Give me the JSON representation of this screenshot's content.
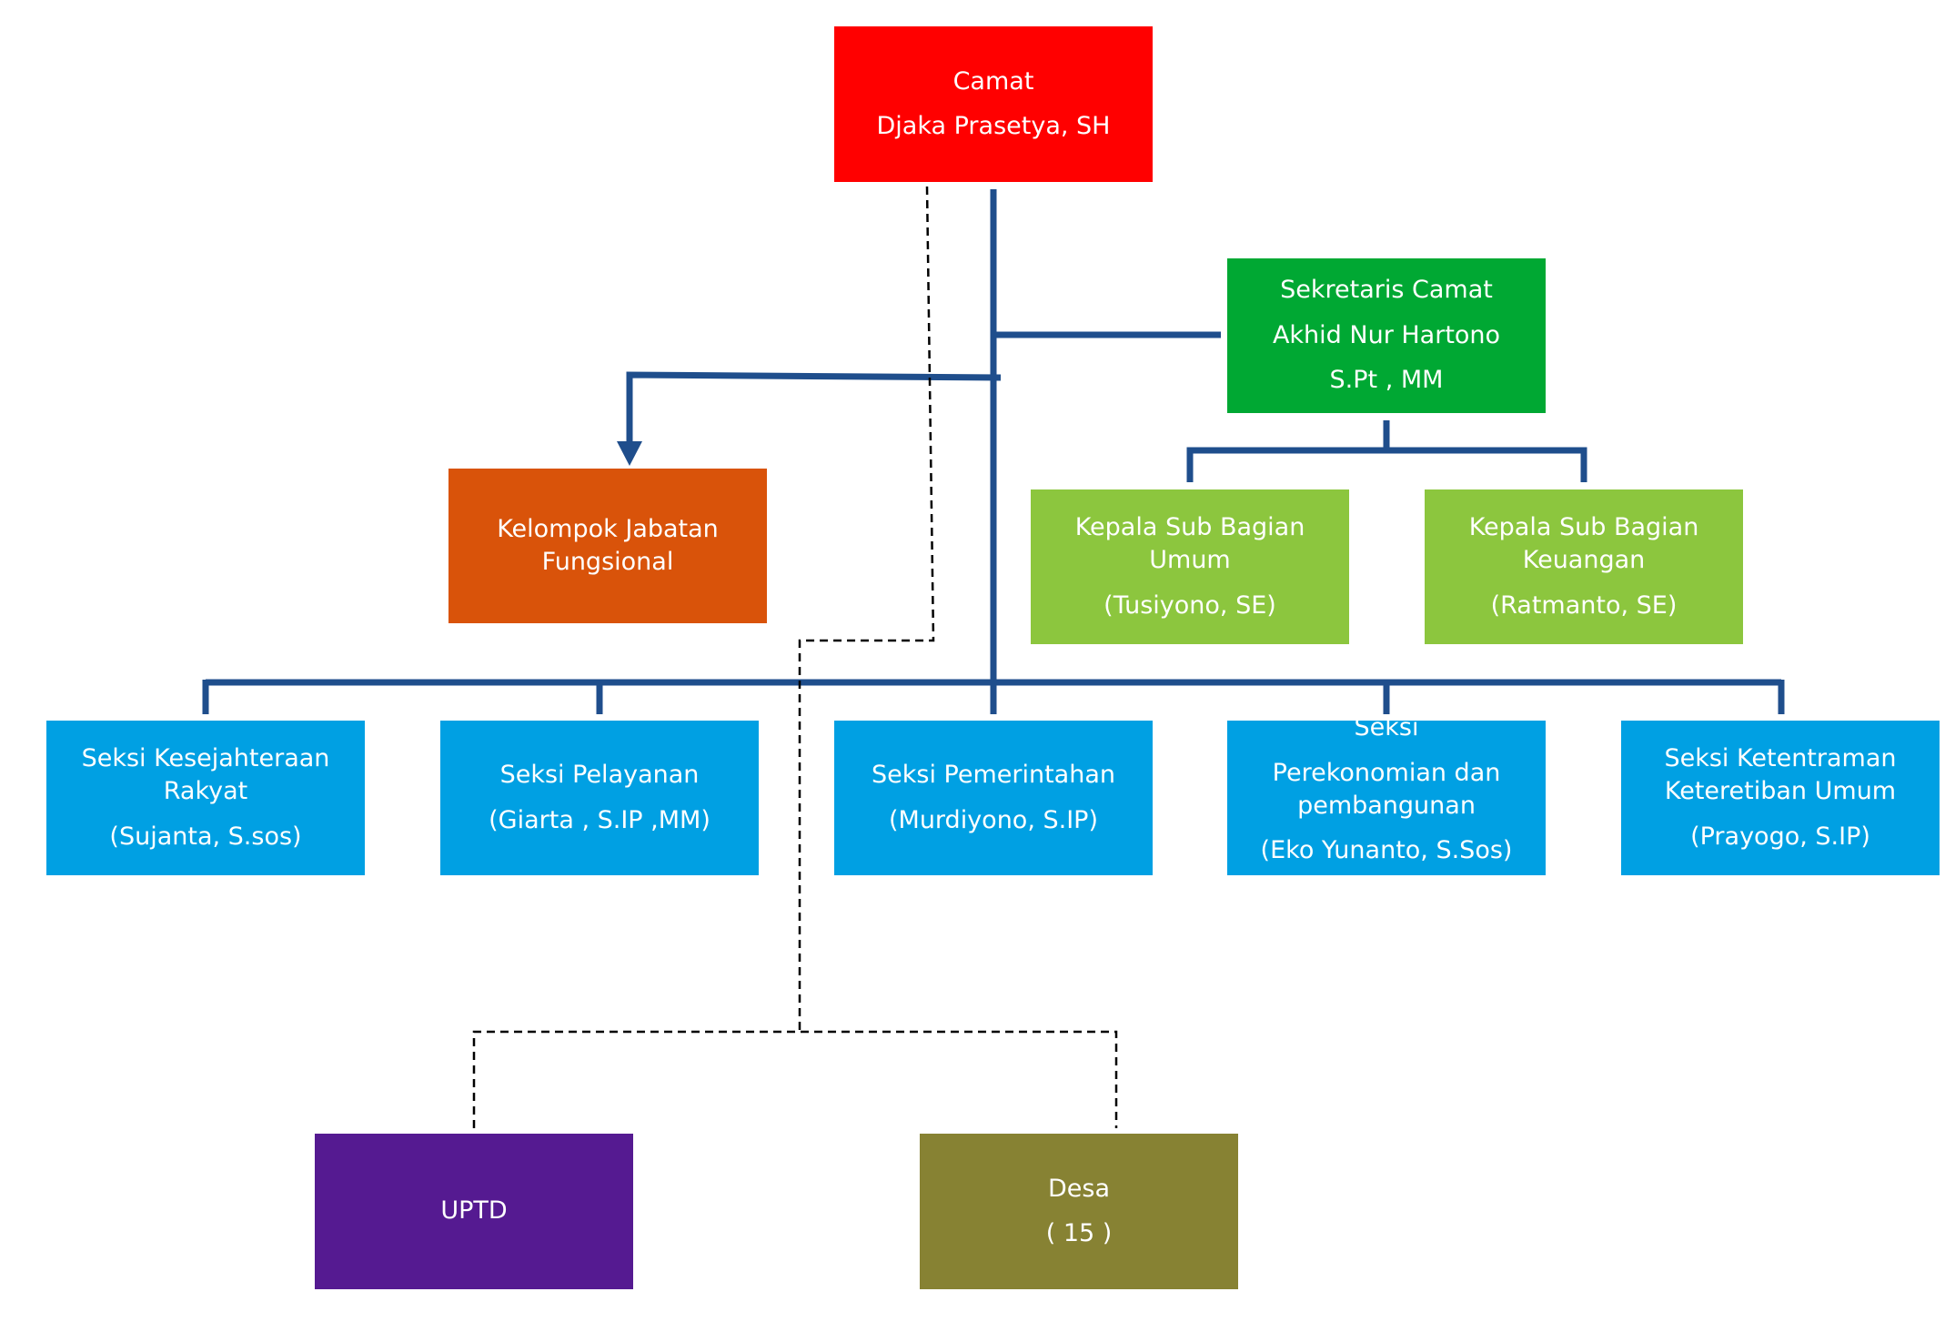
{
  "colors": {
    "connector": "#1f4e8c",
    "dashed": "#000000",
    "camat": "#ff0000",
    "sekretaris": "#00a833",
    "fungsional": "#d9530a",
    "sub_bagian": "#8cc63e",
    "seksi": "#00a0e3",
    "uptd": "#551a91",
    "desa": "#878233"
  },
  "camat": {
    "title": "Camat",
    "name": "Djaka Prasetya, SH"
  },
  "sekretaris": {
    "title": "Sekretaris Camat",
    "name": "Akhid Nur Hartono",
    "degree": "S.Pt , MM"
  },
  "fungsional": {
    "line1": "Kelompok Jabatan",
    "line2": "Fungsional"
  },
  "sub_bagian": [
    {
      "line1": "Kepala  Sub Bagian",
      "line2": "Umum",
      "name": "(Tusiyono, SE)"
    },
    {
      "line1": "Kepala Sub Bagian",
      "line2": "Keuangan",
      "name": "(Ratmanto, SE)"
    }
  ],
  "seksi": [
    {
      "line1": "Seksi Kesejahteraan",
      "line2": "Rakyat",
      "name": "(Sujanta, S.sos)"
    },
    {
      "line1": "Seksi Pelayanan",
      "name": "(Giarta , S.IP ,MM)"
    },
    {
      "line1": "Seksi Pemerintahan",
      "name": "(Murdiyono, S.IP)"
    },
    {
      "line0": "Seksi",
      "line1": "Perekonomian dan",
      "line2": "pembangunan",
      "name": "(Eko Yunanto, S.Sos)"
    },
    {
      "line1": "Seksi Ketentraman",
      "line2": "Keteretiban Umum",
      "name": "(Prayogo, S.IP)"
    }
  ],
  "uptd": {
    "label": "UPTD"
  },
  "desa": {
    "label": "Desa",
    "count": "( 15 )"
  }
}
